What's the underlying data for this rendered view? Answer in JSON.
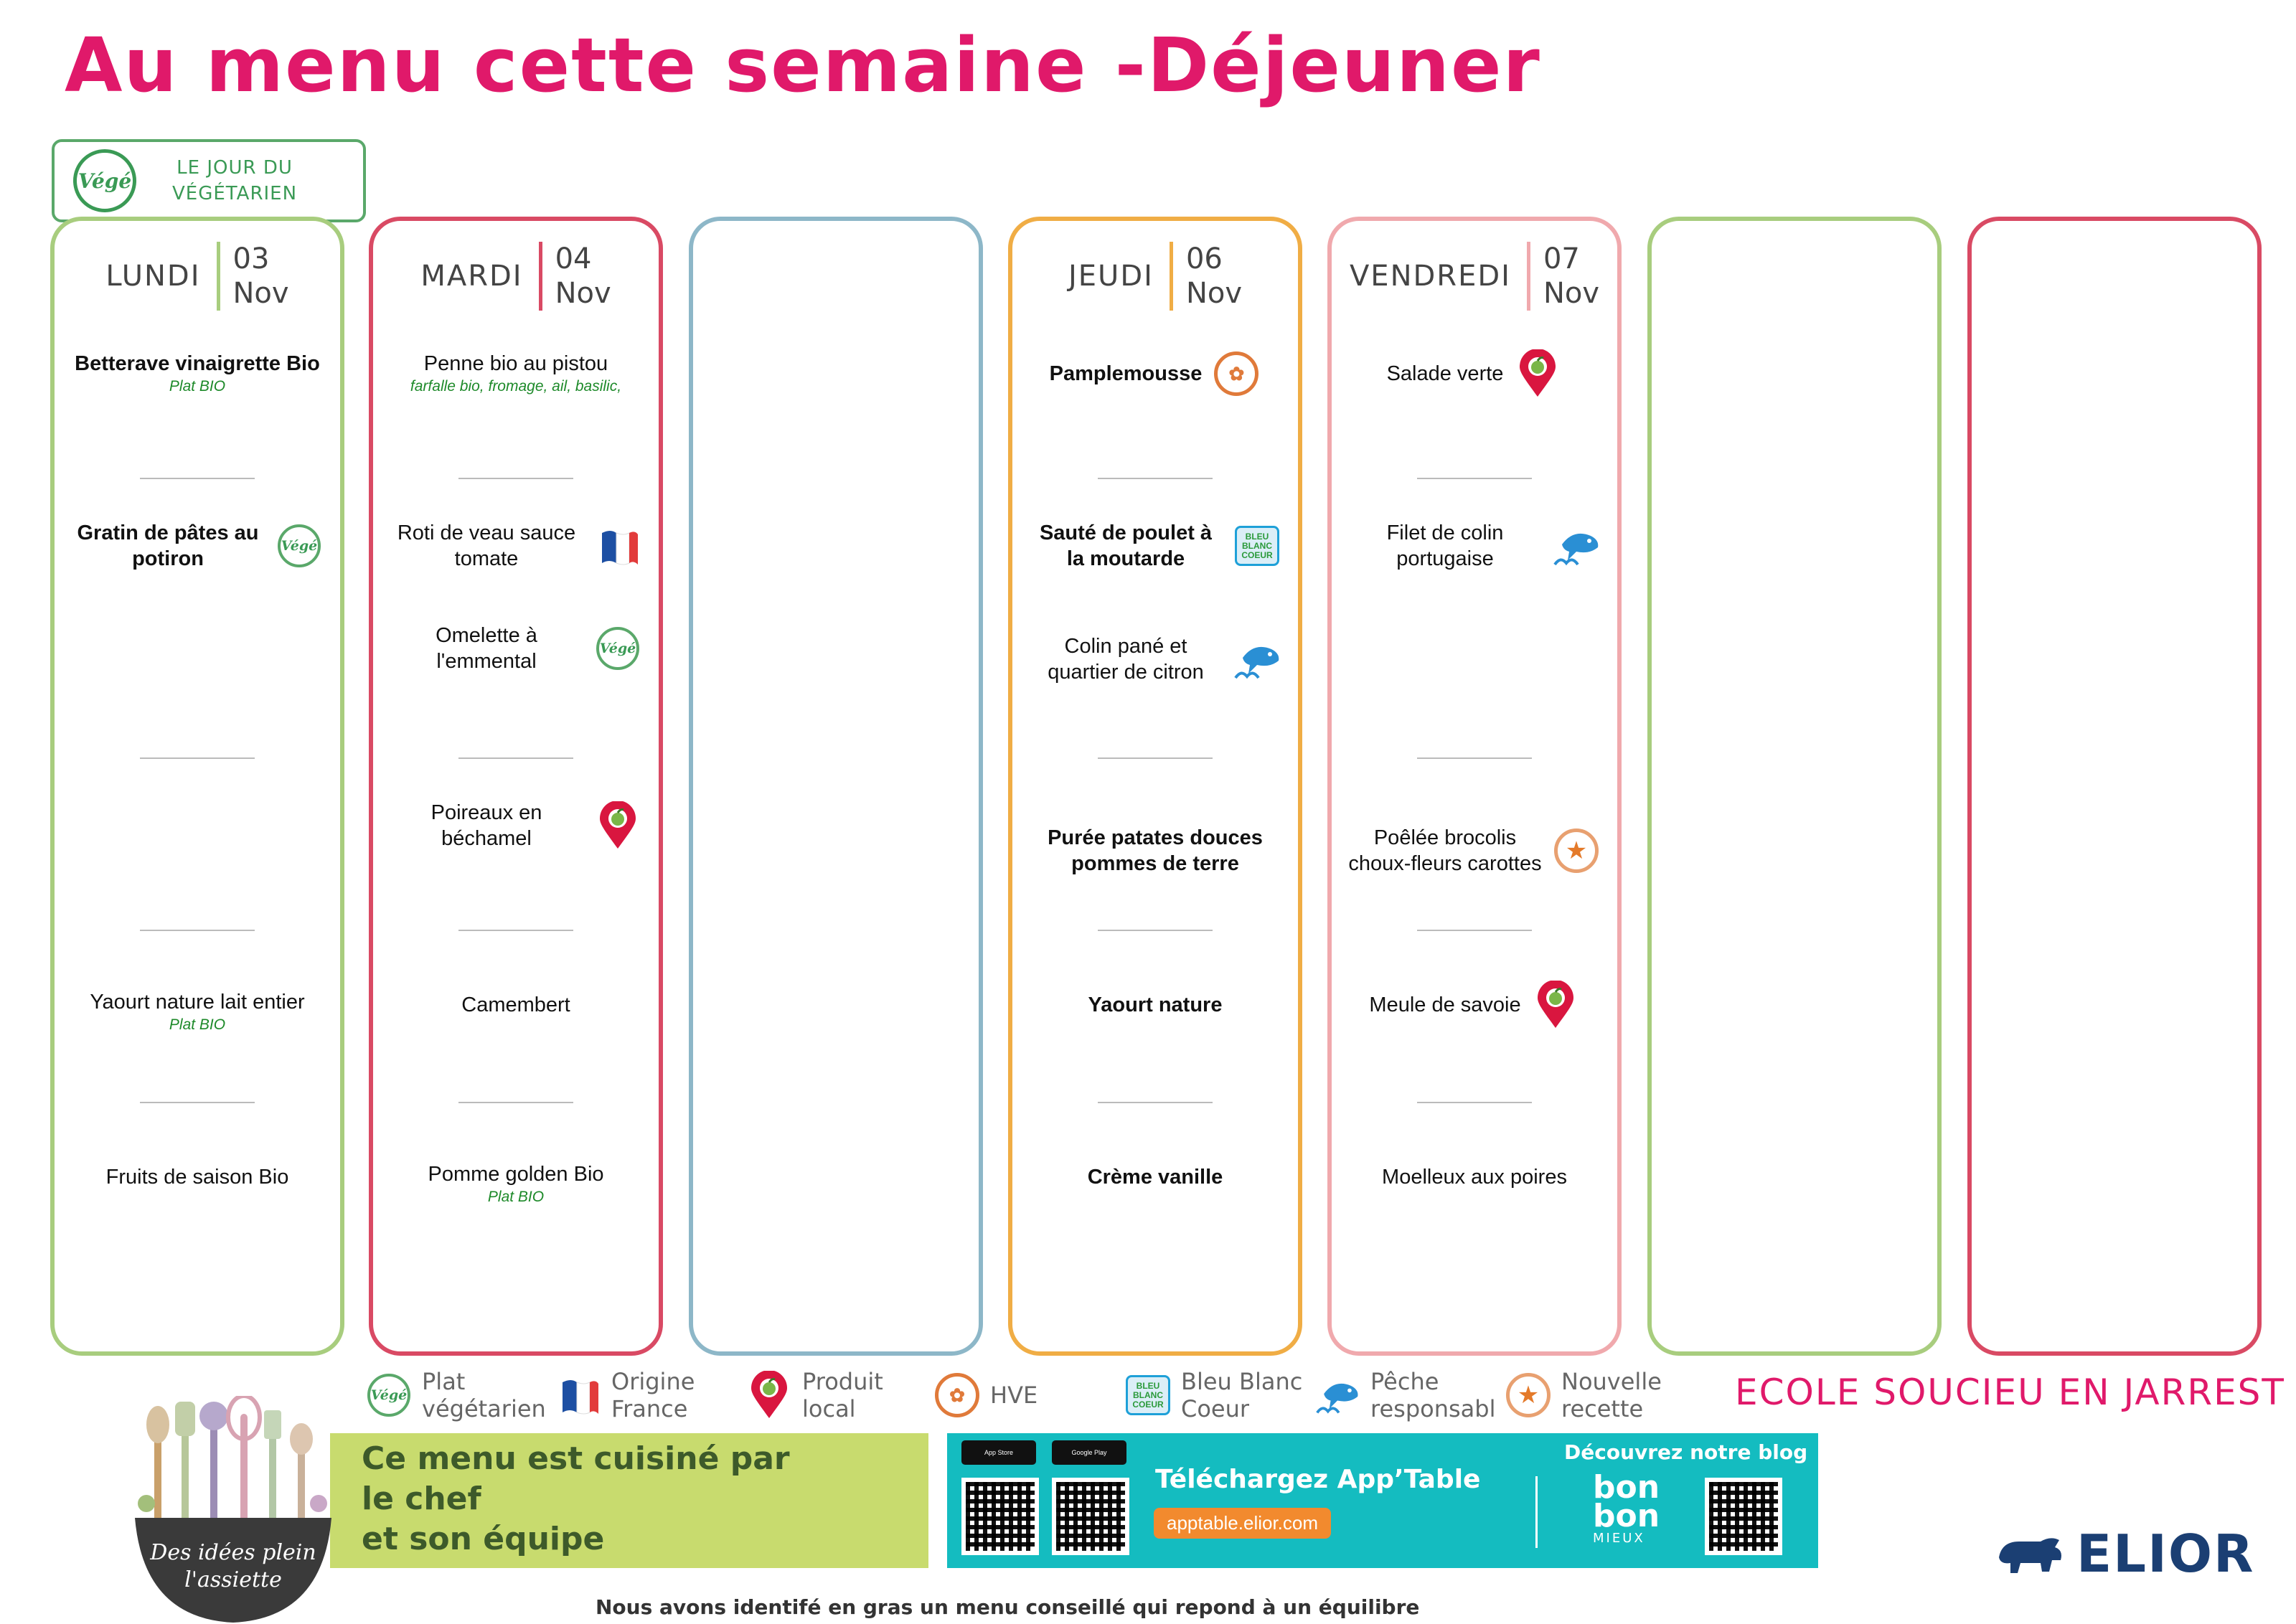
{
  "title": "Au menu cette semaine -Déjeuner",
  "vege_banner": {
    "badge": "Végé",
    "line1": "LE JOUR DU",
    "line2": "VÉGÉTARIEN"
  },
  "days": [
    {
      "name": "LUNDI",
      "day": "03",
      "month": "Nov",
      "color": "#a8cd7e",
      "dishes": [
        {
          "text": "Betterave vinaigrette Bio",
          "bold": true,
          "sub": "Plat BIO"
        },
        {
          "text": "Gratin de pâtes au potiron",
          "bold": true,
          "icon": "vege"
        },
        {
          "text": "Yaourt nature lait entier",
          "bold": false,
          "sub": "Plat BIO"
        },
        {
          "text": "Fruits de saison Bio",
          "bold": false
        }
      ]
    },
    {
      "name": "MARDI",
      "day": "04",
      "month": "Nov",
      "color": "#d94a64",
      "dishes": [
        {
          "text": "Penne bio au pistou",
          "bold": false,
          "sub": "farfalle bio, fromage, ail, basilic,"
        },
        {
          "text": "Roti de veau sauce tomate",
          "bold": false,
          "icon": "france"
        },
        {
          "text": "Omelette à l'emmental",
          "bold": false,
          "icon": "vege"
        },
        {
          "text": "Poireaux en béchamel",
          "bold": false,
          "icon": "local"
        },
        {
          "text": "Camembert",
          "bold": false
        },
        {
          "text": "Pomme golden Bio",
          "bold": false,
          "sub": "Plat BIO"
        }
      ]
    },
    {
      "name": "",
      "day": "",
      "month": "",
      "color": "#8db7c8",
      "dishes": []
    },
    {
      "name": "JEUDI",
      "day": "06",
      "month": "Nov",
      "color": "#f0ad45",
      "dishes": [
        {
          "text": "Pamplemousse",
          "bold": true,
          "icon": "hve"
        },
        {
          "text": "Sauté de poulet à la moutarde",
          "bold": true,
          "icon": "bbc"
        },
        {
          "text": "Colin pané et quartier de citron",
          "bold": false,
          "icon": "fish"
        },
        {
          "text": "Purée patates douces pommes de terre",
          "bold": true
        },
        {
          "text": "Yaourt nature",
          "bold": true
        },
        {
          "text": "Crème vanille",
          "bold": true
        }
      ]
    },
    {
      "name": "VENDREDI",
      "day": "07",
      "month": "Nov",
      "color": "#f0a9ad",
      "dishes": [
        {
          "text": "Salade verte",
          "bold": false,
          "icon": "local"
        },
        {
          "text": "Filet de colin portugaise",
          "bold": false,
          "icon": "fish"
        },
        {
          "text": "Poêlée brocolis choux-fleurs carottes",
          "bold": false,
          "icon": "star"
        },
        {
          "text": "Meule de savoie",
          "bold": false,
          "icon": "local"
        },
        {
          "text": "Moelleux aux poires",
          "bold": false
        }
      ]
    },
    {
      "name": "",
      "day": "",
      "month": "",
      "color": "#a8cd7e",
      "dishes": []
    },
    {
      "name": "",
      "day": "",
      "month": "",
      "color": "#d94a64",
      "dishes": []
    }
  ],
  "legend": [
    {
      "icon": "vege",
      "line1": "Plat",
      "line2": "végétarien"
    },
    {
      "icon": "france",
      "line1": "Origine",
      "line2": "France"
    },
    {
      "icon": "local",
      "line1": "Produit",
      "line2": "local"
    },
    {
      "icon": "hve",
      "line1": "HVE",
      "line2": ""
    },
    {
      "icon": "bbc",
      "line1": "Bleu Blanc",
      "line2": "Coeur"
    },
    {
      "icon": "fish",
      "line1": "Pêche",
      "line2": "responsabl"
    },
    {
      "icon": "star",
      "line1": "Nouvelle",
      "line2": "recette"
    }
  ],
  "bbc_text": "BLEU BLANC COEUR",
  "hve_glyph": "✿",
  "star_glyph": "★",
  "school": "ECOLE SOUCIEU EN JARREST",
  "chef": {
    "line1": "Ce menu est cuisiné par",
    "line2": "le chef",
    "line3": "et son équipe"
  },
  "bowl_text": {
    "line1": "Des idées plein",
    "line2": "l'assiette"
  },
  "app": {
    "store1": "App Store",
    "store2": "Google Play",
    "title": "Téléchargez App’Table",
    "url": "apptable.elior.com",
    "blog": "Découvrez notre blog",
    "bonbon1": "bon",
    "bonbon2": "bon",
    "bonbon_sub": "MIEUX"
  },
  "elior": "ELIOR",
  "footer": "Nous avons identifé en gras un menu conseillé qui repond à un équilibre"
}
